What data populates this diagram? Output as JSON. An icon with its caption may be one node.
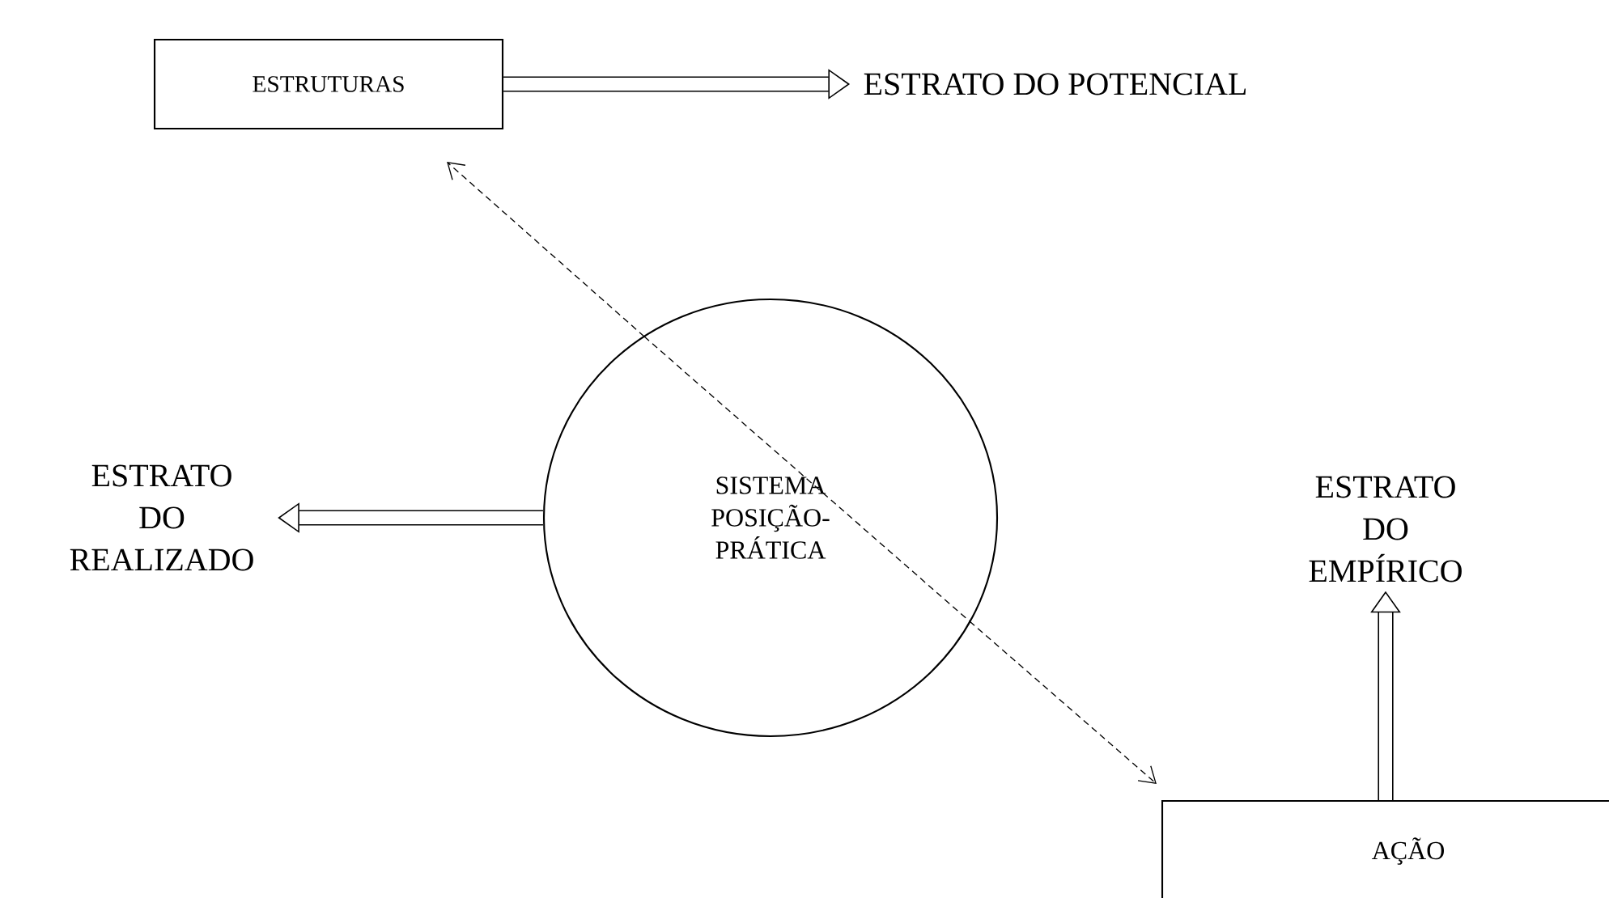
{
  "diagram": {
    "nodes": [
      {
        "text": [
          "ESTRUTURAS"
        ]
      },
      {
        "text": [
          "ESTRATO DO POTENCIAL"
        ]
      },
      {
        "text": [
          "SISTEMA POSIÇÃO-PRÁTICA"
        ]
      },
      {
        "text": [
          "ESTRATO DO REALIZADO"
        ]
      },
      {
        "text": [
          "ESTRATO DO EMPÍRICO"
        ]
      },
      {
        "text": [
          "AÇÃO"
        ]
      }
    ],
    "edges": [
      {
        "from": 0,
        "to": 1,
        "arrow": "to"
      },
      {
        "from": 2,
        "to": 3,
        "arrow": "to"
      },
      {
        "from": 5,
        "to": 4,
        "arrow": "to"
      },
      {
        "from": 2,
        "to": 0,
        "arrow": "to",
        "style": "dashed"
      },
      {
        "from": 2,
        "to": 5,
        "arrow": "to",
        "style": "dashed"
      }
    ]
  }
}
